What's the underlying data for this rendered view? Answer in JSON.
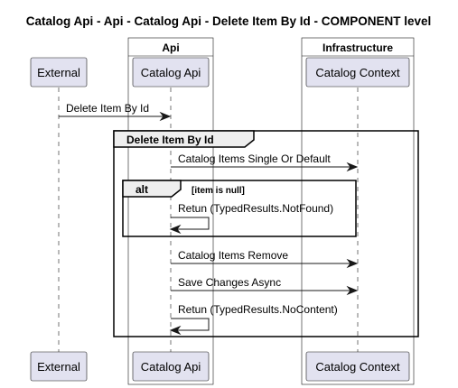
{
  "diagram": {
    "title": "Catalog Api - Api - Catalog Api - Delete Item By Id - COMPONENT level",
    "groups": [
      {
        "label": "Api"
      },
      {
        "label": "Infrastructure"
      }
    ],
    "participants": [
      {
        "name": "External"
      },
      {
        "name": "Catalog Api"
      },
      {
        "name": "Catalog Context"
      }
    ],
    "outer_frame": {
      "label": "Delete Item By Id"
    },
    "alt_frame": {
      "label": "alt",
      "guard": "[item is null]"
    },
    "messages": [
      {
        "text": "Delete Item By Id"
      },
      {
        "text": "Catalog Items Single Or Default"
      },
      {
        "text": "Retun (TypedResults.NotFound)"
      },
      {
        "text": "Catalog Items Remove"
      },
      {
        "text": "Save Changes Async"
      },
      {
        "text": "Retun (TypedResults.NoContent)"
      }
    ]
  },
  "colors": {
    "participant_fill": "#e2e2f0",
    "frame_tab_fill": "#eeeeee",
    "line": "#181818"
  }
}
